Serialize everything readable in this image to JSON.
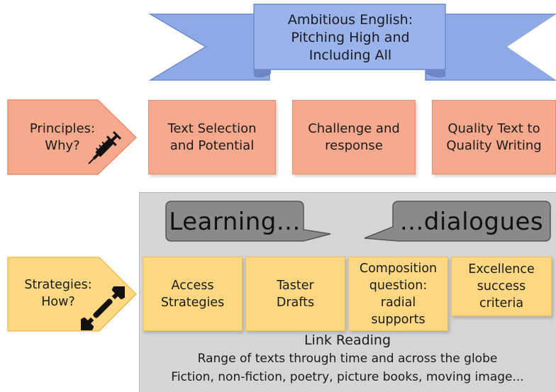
{
  "banner": {
    "title": "Ambitious English:\nPitching High and\nIncluding All"
  },
  "principles": {
    "label": "Principles:\nWhy?",
    "icon": "syringe-icon",
    "boxes": [
      "Text Selection\nand Potential",
      "Challenge and\nresponse",
      "Quality Text to\nQuality Writing"
    ]
  },
  "strategies": {
    "label": "Strategies:\nHow?",
    "icon": "wrench-icon",
    "bubbles": {
      "left": "Learning...",
      "right": "...dialogues"
    },
    "boxes": [
      "Access\nStrategies",
      "Taster\nDrafts",
      "Composition\nquestion:\nradial\nsupports",
      "Excellence\nsuccess\ncriteria"
    ],
    "link_reading": {
      "title": "Link Reading",
      "line1": "Range of texts through time and across the globe",
      "line2": "Fiction, non-fiction, poetry, picture books, moving image..."
    }
  },
  "colors": {
    "salmon": "#f6a98d",
    "yellow": "#fdd781",
    "banner": "#8fa9e6",
    "panel": "#d5d5d5",
    "bubble": "#8a8a8a"
  }
}
